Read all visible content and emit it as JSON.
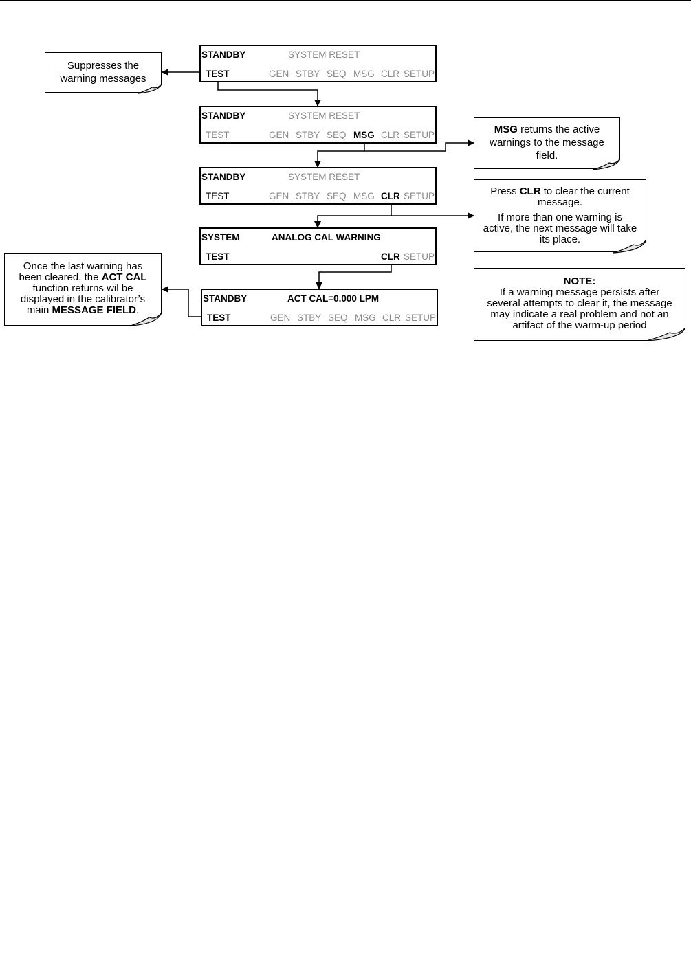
{
  "screens": [
    {
      "status": "STANDBY",
      "message": "SYSTEM RESET",
      "buttons": [
        "TEST",
        "GEN",
        "STBY",
        "SEQ",
        "MSG",
        "CLR",
        "SETUP"
      ]
    },
    {
      "status": "STANDBY",
      "message": "SYSTEM RESET",
      "buttons": [
        "TEST",
        "GEN",
        "STBY",
        "SEQ",
        "MSG",
        "CLR",
        "SETUP"
      ]
    },
    {
      "status": "STANDBY",
      "message": "SYSTEM RESET",
      "buttons": [
        "TEST",
        "GEN",
        "STBY",
        "SEQ",
        "MSG",
        "CLR",
        "SETUP"
      ]
    },
    {
      "status": "SYSTEM",
      "message": "ANALOG CAL WARNING",
      "buttons": [
        "TEST",
        "CLR",
        "SETUP"
      ]
    },
    {
      "status": "STANDBY",
      "message": "ACT CAL=0.000 LPM",
      "buttons": [
        "TEST",
        "GEN",
        "STBY",
        "SEQ",
        "MSG",
        "CLR",
        "SETUP"
      ]
    }
  ],
  "callouts": {
    "suppress": {
      "line1": "Suppresses the",
      "line2": "warning messages"
    },
    "msg": {
      "bold": "MSG",
      "rest1": " returns the active",
      "line2": "warnings to the message",
      "line3": "field."
    },
    "clr": {
      "pre": "Press ",
      "bold": "CLR",
      "rest1": " to clear the current",
      "line2": "message.",
      "line3": "If more than one warning is",
      "line4": "active, the next message will take",
      "line5": "its place."
    },
    "last": {
      "line1": "Once the last warning has",
      "line2_pre": "been cleared, the ",
      "line2_bold": "ACT CAL",
      "line3": "function returns wil be",
      "line4": "displayed in the calibrator’s",
      "line5_pre": "main ",
      "line5_bold": "MESSAGE FIELD",
      "line5_post": "."
    },
    "note": {
      "title": "NOTE:",
      "line1": "If a warning message persists after",
      "line2": "several attempts to clear it, the message",
      "line3": "may indicate a real problem and not an",
      "line4": "artifact of the warm-up period"
    }
  }
}
